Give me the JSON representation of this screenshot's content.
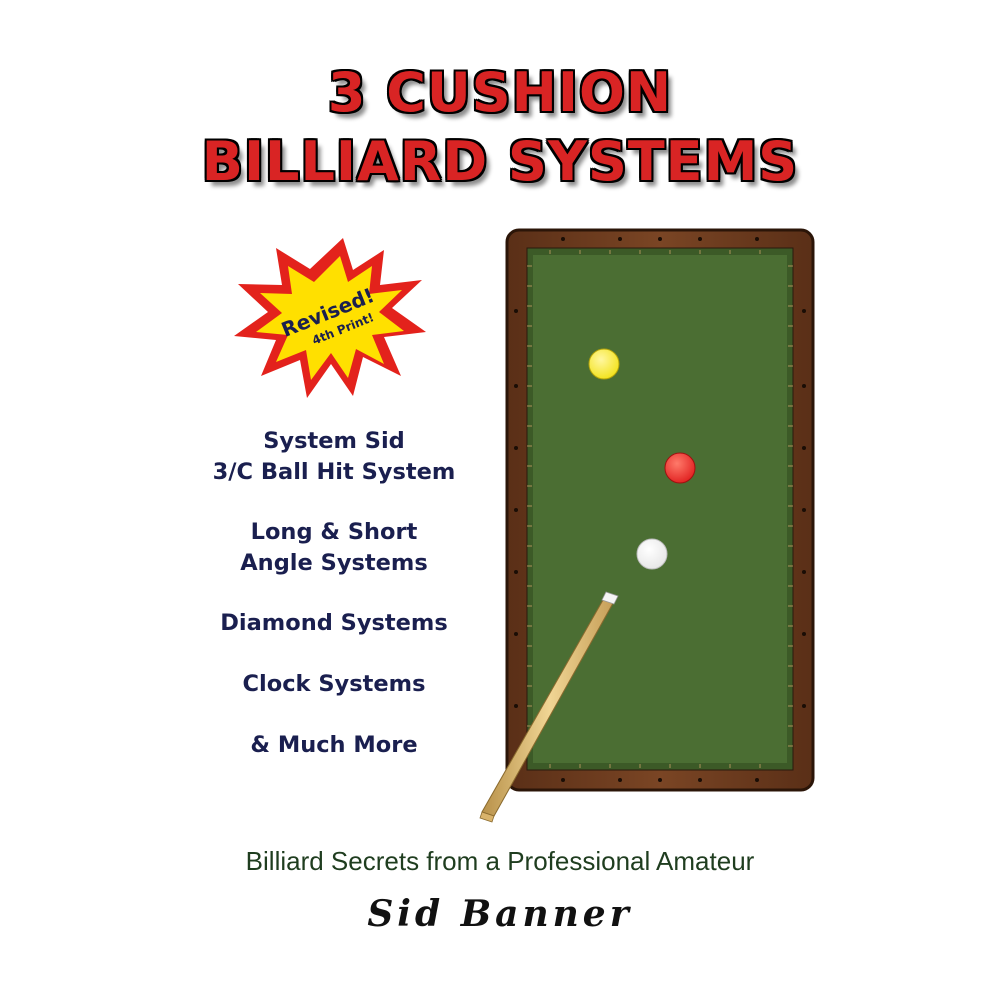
{
  "cover": {
    "title_line1": "3 CUSHION",
    "title_line2": "BILLIARD SYSTEMS",
    "badge": {
      "line1": "Revised!",
      "line2": "4th Print!"
    },
    "features": [
      {
        "line1": "System Sid",
        "line2": "3/C Ball Hit System"
      },
      {
        "line1": "Long & Short",
        "line2": "Angle Systems"
      },
      {
        "line1": "Diamond Systems"
      },
      {
        "line1": "Clock Systems"
      },
      {
        "line1": "& Much More"
      }
    ],
    "tagline": "Billiard Secrets from a Professional Amateur",
    "author": "Sid Banner"
  },
  "colors": {
    "title_red": "#d92424",
    "feature_navy": "#1a1f4f",
    "tagline_green": "#1f3d1f",
    "felt": "#4b6e33",
    "rail": "#6b3a1f",
    "starburst_outer": "#e3221c",
    "starburst_inner": "#ffe000",
    "ball_yellow": "#f2e217",
    "ball_red": "#e01f1f",
    "ball_white": "#ffffff",
    "cue_wood": "#e3c27a"
  },
  "icons": {
    "badge": "starburst-badge",
    "table": "billiard-table-illustration",
    "cue": "cue-stick"
  }
}
